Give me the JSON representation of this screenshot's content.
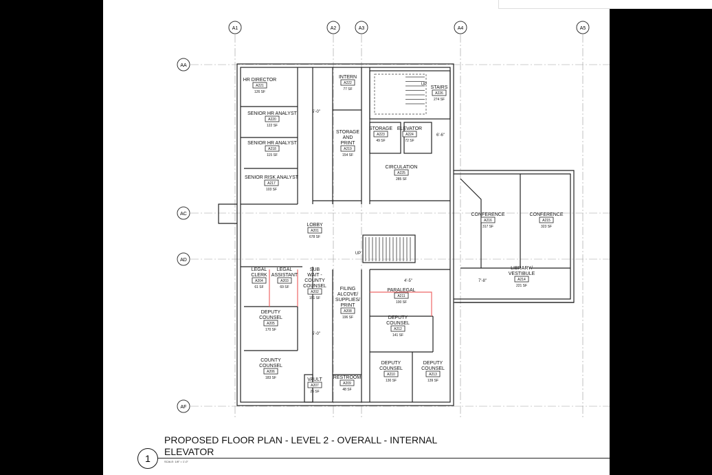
{
  "grid": {
    "columns": [
      "A1",
      "A2",
      "A3",
      "A4",
      "A5"
    ],
    "rows": [
      "AA",
      "AC",
      "AD",
      "AF"
    ]
  },
  "rooms": [
    {
      "name": [
        "HR DIRECTOR"
      ],
      "num": "A221",
      "area": "126 SF"
    },
    {
      "name": [
        "SENIOR HR ANALYST"
      ],
      "num": "A220",
      "area": "122 SF"
    },
    {
      "name": [
        "SENIOR HR ANALYST"
      ],
      "num": "A218",
      "area": "115 SF"
    },
    {
      "name": [
        "SENIOR RISK ANALYST"
      ],
      "num": "A217",
      "area": "103 SF"
    },
    {
      "name": [
        "INTERN"
      ],
      "num": "A222",
      "area": "77 SF"
    },
    {
      "name": [
        "STORAGE",
        "AND",
        "PRINT"
      ],
      "num": "A219",
      "area": "154 SF"
    },
    {
      "name": [
        "STAIRS"
      ],
      "num": "A226",
      "area": "274 SF"
    },
    {
      "name": [
        "STORAGE"
      ],
      "num": "A223",
      "area": "49 SF"
    },
    {
      "name": [
        "ELEVATOR"
      ],
      "num": "A224",
      "area": "72 SF"
    },
    {
      "name": [
        "CIRCULATION"
      ],
      "num": "A225",
      "area": "285 SF"
    },
    {
      "name": [
        "LOBBY"
      ],
      "num": "A201",
      "area": "678 SF"
    },
    {
      "name": [
        "CONFERENCE"
      ],
      "num": "A216",
      "area": "317 SF"
    },
    {
      "name": [
        "CONFERENCE"
      ],
      "num": "A215",
      "area": "323 SF"
    },
    {
      "name": [
        "LIBRARY/",
        "VESTIBULE"
      ],
      "num": "A214",
      "area": "221 SF"
    },
    {
      "name": [
        "LEGAL",
        "CLERK"
      ],
      "num": "A204",
      "area": "61 SF"
    },
    {
      "name": [
        "LEGAL",
        "ASSISTANT"
      ],
      "num": "A203",
      "area": "69 SF"
    },
    {
      "name": [
        "SUB",
        "WAIT -",
        "COUNTY",
        "COUNSEL"
      ],
      "num": "A202",
      "area": "151 SF"
    },
    {
      "name": [
        "FILING",
        "ALCOVE/",
        "SUPPLIES/",
        "PRINT"
      ],
      "num": "A208",
      "area": "196 SF"
    },
    {
      "name": [
        "PARALEGAL"
      ],
      "num": "A211",
      "area": "100 SF"
    },
    {
      "name": [
        "DEPUTY",
        "COUNSEL"
      ],
      "num": "A205",
      "area": "170 SF"
    },
    {
      "name": [
        "DEPUTY",
        "COUNSEL"
      ],
      "num": "A212",
      "area": "141 SF"
    },
    {
      "name": [
        "COUNTY",
        "COUNSEL"
      ],
      "num": "A206",
      "area": "183 SF"
    },
    {
      "name": [
        "VAULT"
      ],
      "num": "A207",
      "area": "26 SF"
    },
    {
      "name": [
        "RESTROOM"
      ],
      "num": "A209",
      "area": "48 SF"
    },
    {
      "name": [
        "DEPUTY",
        "COUNSEL"
      ],
      "num": "A210",
      "area": "130 SF"
    },
    {
      "name": [
        "DEPUTY",
        "COUNSEL"
      ],
      "num": "A213",
      "area": "139 SF"
    }
  ],
  "annotations": {
    "dim1": "5'-0\"",
    "dim2": "6'-6\"",
    "dim3": "5'-0\"",
    "dim4": "7'-8\"",
    "dim5": "4'-5\"",
    "up1": "UP",
    "up2": "UP"
  },
  "title": {
    "line1": "PROPOSED FLOOR PLAN - LEVEL 2 - OVERALL - INTERNAL",
    "line2": "ELEVATOR",
    "number": "1",
    "scale": "SCALE: 1/8\" = 1'-0\""
  }
}
